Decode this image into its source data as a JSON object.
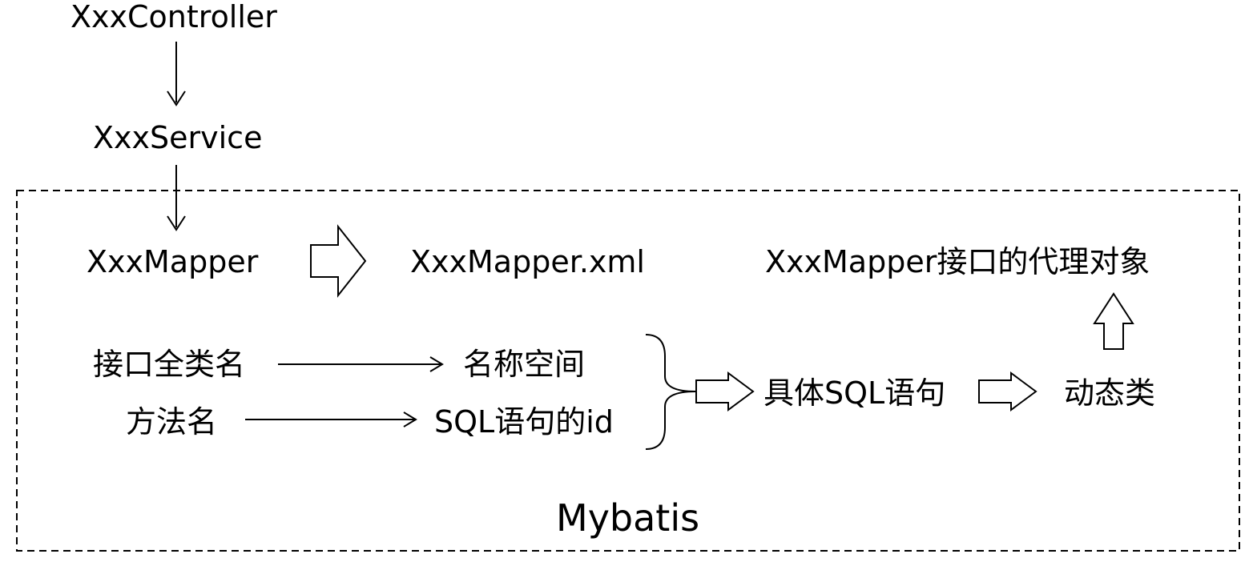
{
  "diagram": {
    "nodes": {
      "controller": "XxxController",
      "service": "XxxService",
      "mapper": "XxxMapper",
      "mapper_xml": "XxxMapper.xml",
      "proxy": "XxxMapper接口的代理对象",
      "interface_name": "接口全类名",
      "namespace": "名称空间",
      "method_name": "方法名",
      "sql_id": "SQL语句的id",
      "sql_statement": "具体SQL语句",
      "dynamic_class": "动态类"
    },
    "group_label": "Mybatis"
  }
}
